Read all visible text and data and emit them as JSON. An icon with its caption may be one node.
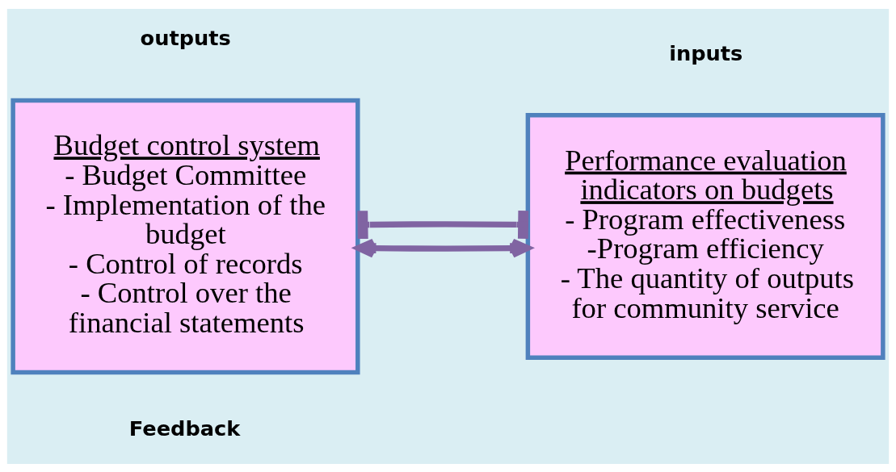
{
  "diagram": {
    "nodes": [
      {
        "text": [
          "Budget control system",
          "- Budget Committee",
          "- Implementation of the budget",
          "- Control of records",
          "- Control over the financial statements"
        ]
      },
      {
        "text": [
          "Performance evaluation indicators on budgets",
          "- Program effectiveness",
          "-Program efficiency",
          "- The quantity of outputs for community service"
        ]
      }
    ],
    "edges": [
      {
        "from": 0,
        "to": 1,
        "arrow": "both"
      },
      {
        "from": 0,
        "to": 1,
        "arrow": "other"
      }
    ],
    "labels": [
      "outputs",
      "inputs",
      "Feedback"
    ]
  }
}
